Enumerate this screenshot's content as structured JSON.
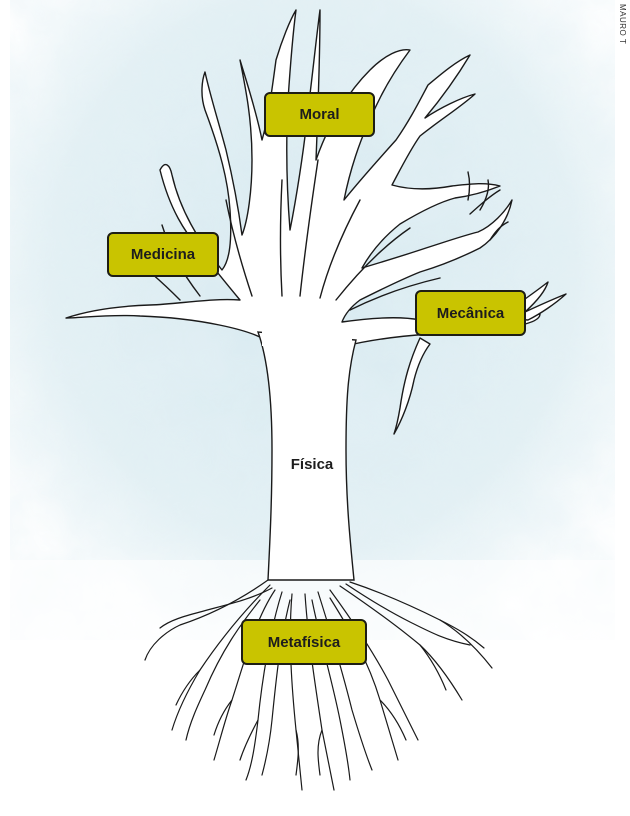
{
  "diagram": {
    "trunk_label": "Física",
    "roots_label": "Metafísica",
    "branches": [
      "Moral",
      "Medicina",
      "Mecânica"
    ],
    "credit": "MAURO T"
  },
  "colors": {
    "label_fill": "#c9c400",
    "label_border": "#1e1e14",
    "sky": "#cfe4ec",
    "tree_fill": "#ffffff",
    "tree_stroke": "#1a1a1a"
  },
  "icons": [
    "tree-illustration"
  ]
}
